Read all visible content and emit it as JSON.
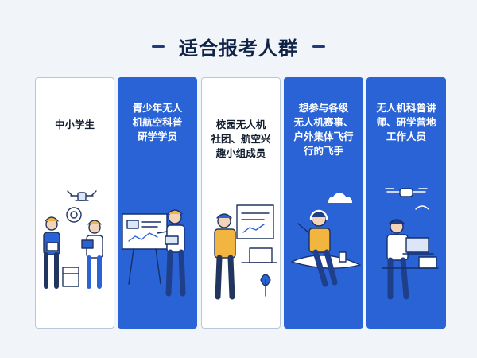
{
  "title": "适合报考人群",
  "cards": [
    {
      "text": "中小学生",
      "style": "white",
      "illustration": "students-with-drone-icon"
    },
    {
      "text": "青少年无人\n机航空科普\n研学学员",
      "style": "blue",
      "illustration": "instructor-whiteboard-icon"
    },
    {
      "text": "校园无人机\n社团、航空兴\n趣小组成员",
      "style": "white",
      "illustration": "club-member-icon"
    },
    {
      "text": "想参与各级\n无人机赛事、\n户外集体飞行\n行的飞手",
      "style": "blue",
      "illustration": "pilot-headset-icon"
    },
    {
      "text": "无人机科普讲\n师、研学营地\n工作人员",
      "style": "blue",
      "illustration": "instructor-laptop-drone-icon"
    }
  ],
  "colors": {
    "accent_blue": "#2a63d6",
    "title": "#102448",
    "page_bg": "#f1f4f9"
  }
}
